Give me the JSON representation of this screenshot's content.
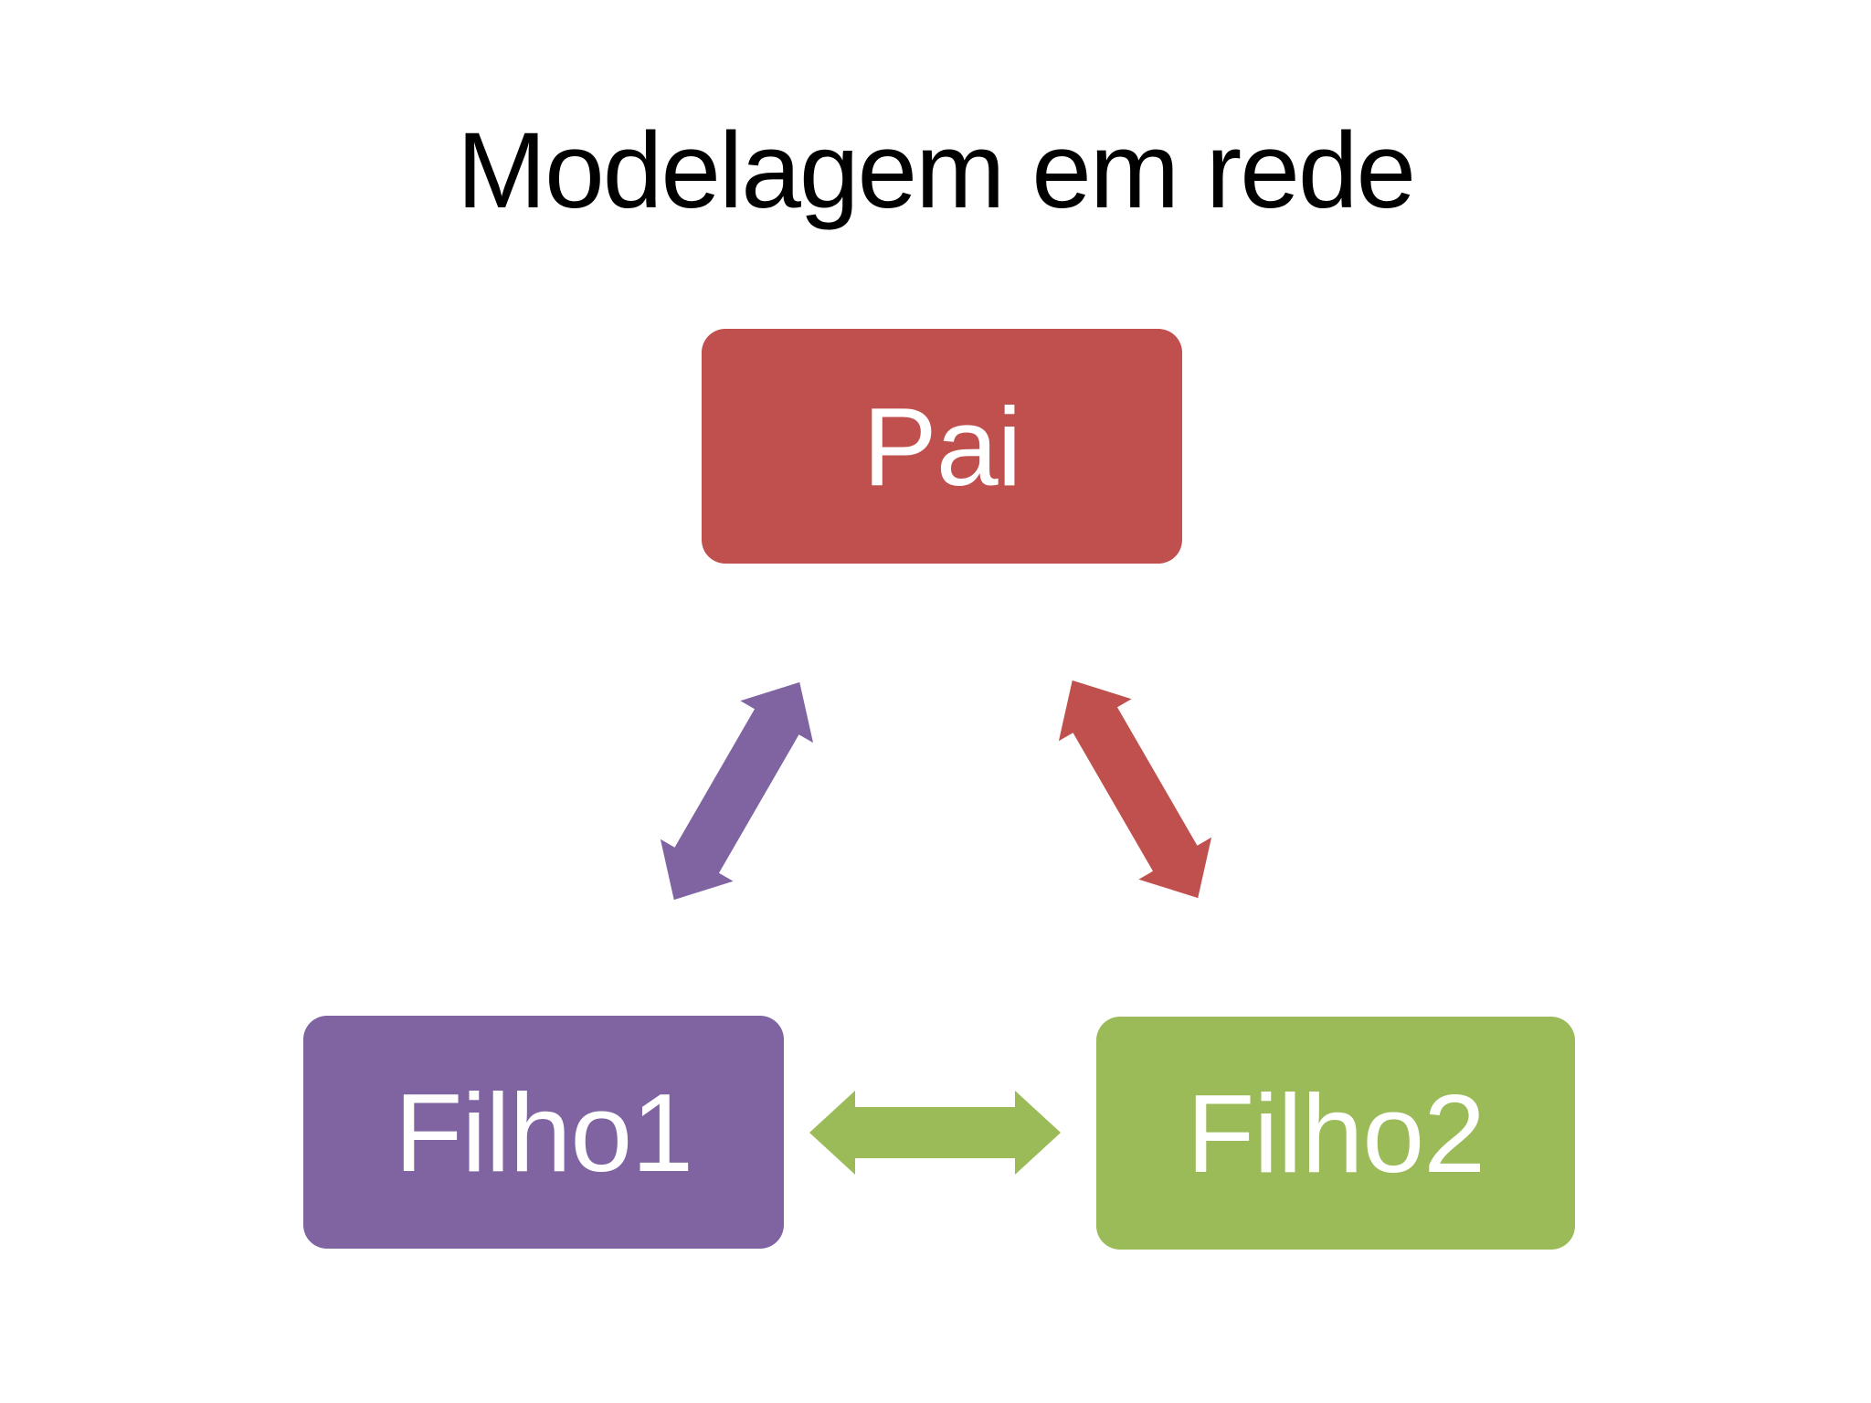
{
  "slide": {
    "title": "Modelagem em rede",
    "title_color": "#000000",
    "background_color": "#ffffff"
  },
  "diagram": {
    "type": "cycle",
    "nodes": [
      {
        "id": "pai",
        "label": "Pai",
        "color": "#c0504d",
        "text_color": "#ffffff"
      },
      {
        "id": "filho1",
        "label": "Filho1",
        "color": "#8064a2",
        "text_color": "#ffffff"
      },
      {
        "id": "filho2",
        "label": "Filho2",
        "color": "#9bbb59",
        "text_color": "#ffffff"
      }
    ],
    "edges": [
      {
        "from": "pai",
        "to": "filho1",
        "direction": "bidirectional",
        "color": "#8064a2"
      },
      {
        "from": "pai",
        "to": "filho2",
        "direction": "bidirectional",
        "color": "#c0504d"
      },
      {
        "from": "filho1",
        "to": "filho2",
        "direction": "bidirectional",
        "color": "#9bbb59"
      }
    ]
  }
}
